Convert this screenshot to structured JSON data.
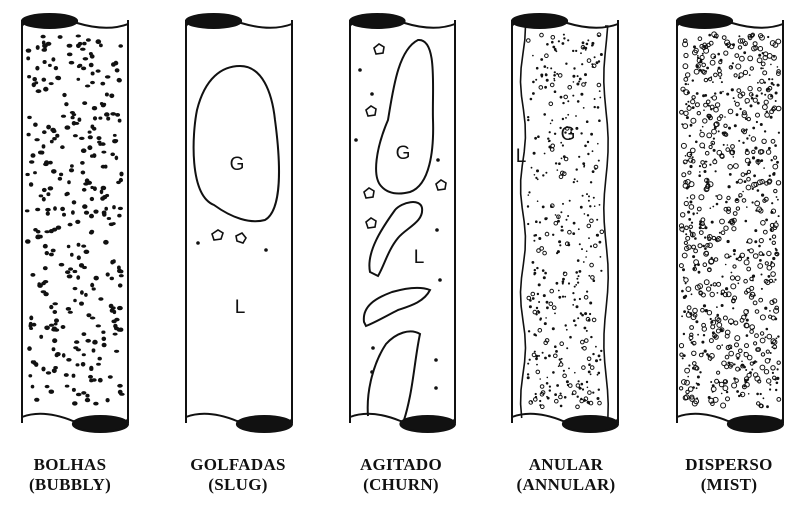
{
  "diagram": {
    "patterns": [
      {
        "id": "bubbly",
        "name": "BOLHAS",
        "english": "(BUBBLY)",
        "labels": []
      },
      {
        "id": "slug",
        "name": "GOLFADAS",
        "english": "(SLUG)",
        "labels": [
          "G",
          "L"
        ]
      },
      {
        "id": "churn",
        "name": "AGITADO",
        "english": "(CHURN)",
        "labels": [
          "G",
          "L"
        ]
      },
      {
        "id": "annular",
        "name": "ANULAR",
        "english": "(ANNULAR)",
        "labels": [
          "L",
          "G"
        ]
      },
      {
        "id": "mist",
        "name": "DISPERSO",
        "english": "(MIST)",
        "labels": []
      }
    ],
    "colors": {
      "stroke": "#111111",
      "background": "#ffffff"
    }
  }
}
